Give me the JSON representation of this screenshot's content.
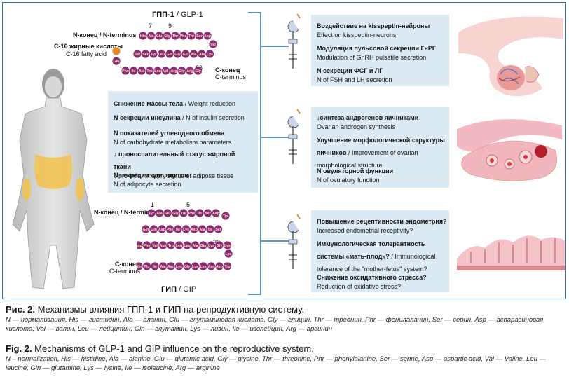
{
  "glp1": {
    "title_ru": "ГПП-1",
    "title_en": " / GLP-1",
    "nterm": "N-конец / N-terminus",
    "fatty": "С-16 жирные кислоты",
    "fatty_en": "C-16 fatty acid",
    "cterm_ru": "С-конец",
    "cterm_en": "C-terminus",
    "num7": "7",
    "num9": "9",
    "num36": "36",
    "row1": [
      "His",
      "Ala",
      "Glu",
      "Gly",
      "Thr",
      "Phe",
      "Thr",
      "Ser",
      "Asp"
    ],
    "row1b": [
      "Val"
    ],
    "row2": [
      "Lys",
      "Ala",
      "Ala",
      "Glu",
      "Gly",
      "Gln",
      "Leu",
      "Tyr",
      "Ser",
      "Ser"
    ],
    "glu": "Glu",
    "row3": [
      "Phe",
      "Ile",
      "Ala",
      "Trp",
      "Leu",
      "Val",
      "Arg",
      "Gly",
      "Arg",
      "Gly"
    ]
  },
  "gip": {
    "title_ru": "ГИП",
    "title_en": " / GIP",
    "nterm": "N-конец / N-terminus",
    "cterm_ru": "С-конец",
    "cterm_en": "C-terminus",
    "num1": "1",
    "num5": "5",
    "num30": "30",
    "row1": [
      "Tyr",
      "Ala",
      "Glu",
      "Gly",
      "Thr",
      "Phe",
      "Ile",
      "Ser",
      "Asp"
    ],
    "tyr": "Tyr",
    "row2": [
      "Gln",
      "Gln",
      "Asp",
      "Phe",
      "Ile",
      "Lys",
      "Asp",
      "Ala",
      "Ile",
      "Ser"
    ],
    "row3": [
      "Asp",
      "Phe",
      "Val",
      "Asn",
      "Trp",
      "Leu",
      "Leu",
      "Ala",
      "Gln",
      "Lys",
      "Gly",
      "Lys"
    ],
    "lys": "Lys",
    "row4": [
      "Gln",
      "Thr",
      "Ile",
      "Ala",
      "Asn",
      "Lys",
      "Gly",
      "Lys",
      "Lys",
      "Asn",
      "Asp",
      "Trp"
    ]
  },
  "center_box": [
    {
      "ru": "Снижение массы тела",
      "en": " / Weight reduction"
    },
    {
      "ru": "N секреции инсулина",
      "en": " / N of insulin secretion"
    },
    {
      "ru": "N показателей углеводного обмена",
      "en": "N of carbohydrate metabolism parameters"
    },
    {
      "ru": "↓ провоспалительный статус жировой ткани",
      "en": "↓ pro-inflammatory status of adipose tissue"
    },
    {
      "ru": "N секреции адипоцитов",
      "en": "N of adipocyte secretion"
    }
  ],
  "effects": [
    [
      {
        "ru": "Воздействие на kisspeptin-нейроны",
        "en": "Effect on kisspeptin-neurons"
      },
      {
        "ru": "Модуляция пульсовой секреции ГнРГ",
        "en": "Modulation of GnRH pulsatile secretion"
      },
      {
        "ru": "N секреции ФСГ и ЛГ",
        "en": "N of FSH and LH secretion"
      }
    ],
    [
      {
        "ru": "↓синтеза андрогенов яичниками",
        "en": "Ovarian androgen synthesis"
      },
      {
        "ru": "Улучшение морфологической структуры яичников",
        "en": " / Improvement of ovarian morphological structure"
      },
      {
        "ru": "N овуляторной функции",
        "en": "N of ovulatory function"
      }
    ],
    [
      {
        "ru": "Повышение рецептивности эндометрия?",
        "en": "Increased endometrial receptivity?"
      },
      {
        "ru": "Иммунологическая толерантность системы «мать-плод»?",
        "en": " / Immunological tolerance of the \"mother-fetus\" system?"
      },
      {
        "ru": "Снижение оксидативного стресса?",
        "en": "Reduction of oxidative stress?"
      }
    ]
  ],
  "caption": {
    "ru_label": "Рис. 2.",
    "ru_title": " Механизмы влияния ГПП-1 и ГИП на репродуктивную систему.",
    "ru_abbr": "N — нормализация, His — гистидин, Ala — аланин, Glu — глутаминовая кислота, Gly — глицин, Thr — треонин, Phr — фенилаланин, Ser — серин, Asp — аспарагиновая кислота, Val — валин, Leu — лейцитин, Gln — глутамин, Lys — лизин, Ile — изолейцин, Arg — аргинин",
    "en_label": "Fig. 2.",
    "en_title": " Mechanisms of GLP-1 and GIP influence on the reproductive system.",
    "en_abbr": "N – normalization, His — histidine, Ala — alanine, Glu — glutamic acid, Gly — glycine, Thr — threonine, Phr — phenylalanine, Ser — serine, Asp — aspartic acid, Val — Valine, Leu — leucine, Gln — glutamine, Lys — lysine, Ile — isoleucine, Arg — arginine"
  },
  "colors": {
    "frame": "#2a6fb0",
    "box": "#dbeaf3",
    "residue": "#8a2b7a",
    "residue_text": "#ffe9a8",
    "fatty": "#e08a2a"
  }
}
